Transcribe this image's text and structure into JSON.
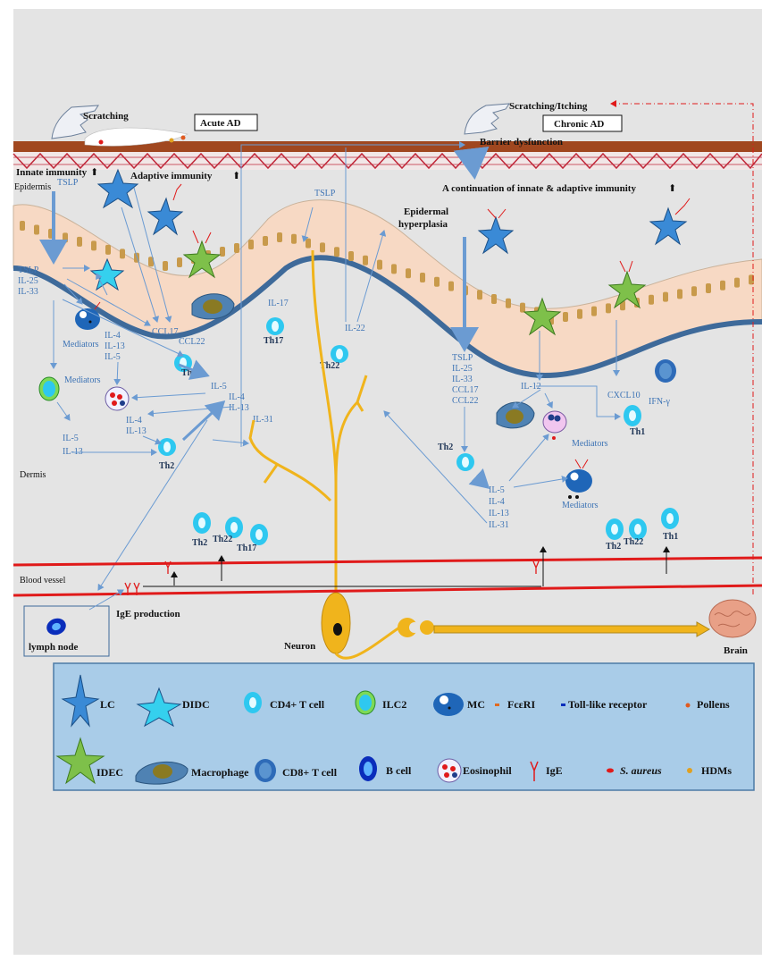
{
  "top": {
    "scratching": "Scratching",
    "acute_ad": "Acute AD",
    "scratching_itching": "Scratching/Itching",
    "chronic_ad": "Chronic AD",
    "barrier_dysfunction": "Barrier dysfunction",
    "innate_immunity": "Innate immunity",
    "adaptive_immunity": "Adaptive immunity",
    "continuation": "A continuation of innate & adaptive immunity",
    "epidermis": "Epidermis",
    "tslp_top_left": "TSLP",
    "tslp_mid": "TSLP",
    "epidermal_hyperplasia_1": "Epidermal",
    "epidermal_hyperplasia_2": "hyperplasia",
    "up_arrow": "⬆"
  },
  "left": {
    "tslp": "TSLP",
    "il25": "IL-25",
    "il33": "IL-33",
    "mediators_mc": "Mediators",
    "il4": "IL-4",
    "il13": "IL-13",
    "il5": "IL-5",
    "mediators_eos": "Mediators",
    "il4b": "IL-4",
    "il13b": "IL-13",
    "il5c": "IL-5",
    "il13c": "IL-13",
    "th2a": "Th2",
    "th2b": "Th2",
    "ccl17": "CCL17",
    "ccl22": "CCL22",
    "il5d": "IL-5",
    "il4d": "IL-4",
    "il13d": "IL-13",
    "il31": "IL-31",
    "dermis": "Dermis"
  },
  "middle": {
    "il17": "IL-17",
    "th17": "Th17",
    "il22": "IL-22",
    "th22": "Th22"
  },
  "right": {
    "tslp": "TSLP",
    "il25": "IL-25",
    "il33": "IL-33",
    "ccl17": "CCL17",
    "ccl22": "CCL22",
    "il12": "IL-12",
    "cxcl10": "CXCL10",
    "ifn": "IFN-γ",
    "th1": "Th1",
    "th2": "Th2",
    "mediators_a": "Mediators",
    "il5": "IL-5",
    "il4": "IL-4",
    "il13": "IL-13",
    "il31": "IL-31",
    "mediators_b": "Mediators"
  },
  "vessel": {
    "th2_l": "Th2",
    "th22_l": "Th22",
    "th17_l": "Th17",
    "th2_r": "Th2",
    "th22_r": "Th22",
    "th1_r": "Th1",
    "blood_vessel": "Blood vessel",
    "ige_production": "IgE production",
    "lymph_node": "lymph node",
    "neuron": "Neuron",
    "brain": "Brain"
  },
  "legend": {
    "lc": "LC",
    "didc": "DIDC",
    "cd4": "CD4+ T cell",
    "ilc2": "ILC2",
    "mc": "MC",
    "fceri": "FcεRI",
    "tlr": "Toll-like receptor",
    "pollens": "Pollens",
    "idec": "IDEC",
    "macrophage": "Macrophage",
    "cd8": "CD8+ T cell",
    "bcell": "B cell",
    "eosinophil": "Eosinophil",
    "ige": "IgE",
    "saureus": "S. aureus",
    "hdms": "HDMs"
  },
  "colors": {
    "background": "#e4e4e4",
    "skin_top": "#a0471f",
    "basement": "#3e6a9a",
    "cell_fill": "#f7d9c4",
    "nucleus": "#c89a4b",
    "tcell": "#2ec8f0",
    "vessel": "#e01a1a",
    "nerve": "#f0b41c",
    "arrow": "#6b9bd2",
    "legend_bg": "#a9cce8"
  }
}
